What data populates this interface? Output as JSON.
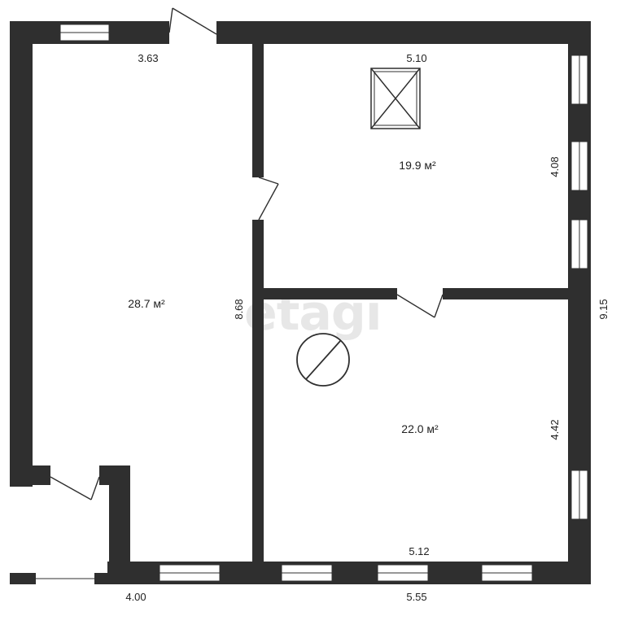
{
  "colors": {
    "wall": "#2f2f2f",
    "window": "#ffffff",
    "background": "#ffffff",
    "text": "#222222",
    "watermark": "#e7e7e7"
  },
  "watermark": "etagi",
  "rooms": [
    {
      "id": "large-room",
      "area": "28.7 м²"
    },
    {
      "id": "top-right-room",
      "area": "19.9 м²"
    },
    {
      "id": "bottom-right-room",
      "area": "22.0 м²"
    }
  ],
  "dimensions": {
    "top_left": "3.63",
    "top_right": "5.10",
    "right_upper": "4.08",
    "right_total": "9.15",
    "right_lower": "4.42",
    "center_vertical": "8.68",
    "bottom_inner": "5.12",
    "bottom_left": "4.00",
    "bottom_right": "5.55"
  },
  "icons": [
    "skylight-icon",
    "fan-vent-icon"
  ]
}
